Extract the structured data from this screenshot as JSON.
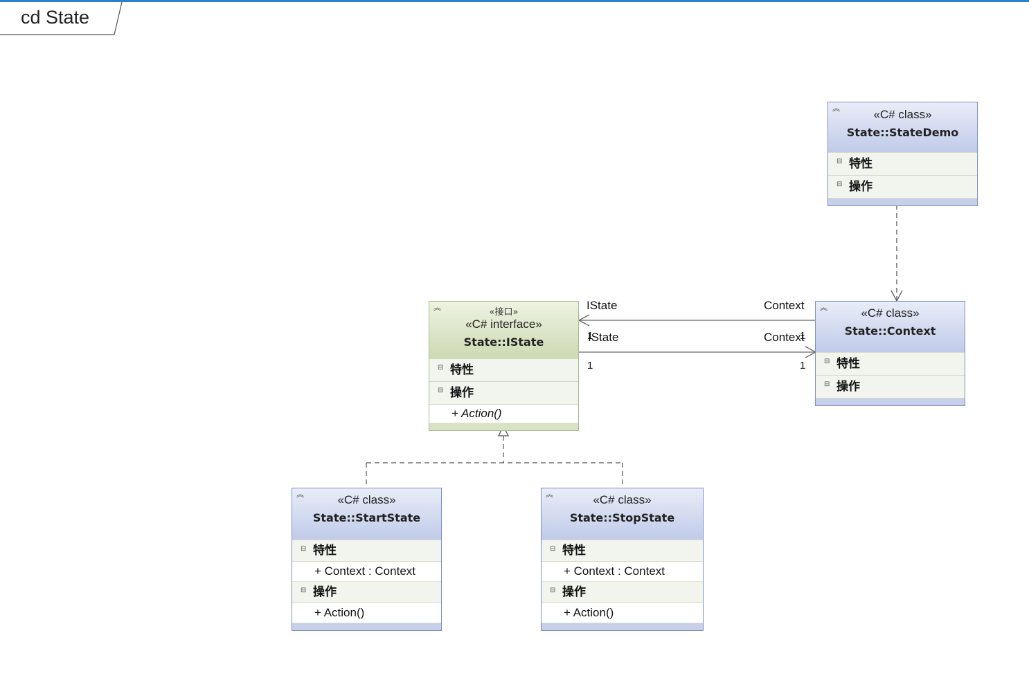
{
  "diagram": {
    "frame_title": "cd State",
    "section_attributes": "特性",
    "section_operations": "操作",
    "classes": {
      "statedemo": {
        "stereotype": "«C# class»",
        "name": "State::StateDemo"
      },
      "context": {
        "stereotype": "«C# class»",
        "name": "State::Context"
      },
      "istate": {
        "stereotype_small": "«接口»",
        "stereotype": "«C# interface»",
        "name": "State::IState",
        "operations": [
          "+ Action()"
        ]
      },
      "startstate": {
        "stereotype": "«C# class»",
        "name": "State::StartState",
        "attributes": [
          "+ Context : Context"
        ],
        "operations": [
          "+ Action()"
        ]
      },
      "stopstate": {
        "stereotype": "«C# class»",
        "name": "State::StopState",
        "attributes": [
          "+ Context : Context"
        ],
        "operations": [
          "+ Action()"
        ]
      }
    },
    "association_labels": {
      "top_istate": "IState",
      "top_context": "Context",
      "top_mult_right": "1",
      "bottom_istate": "IState",
      "bottom_context": "Context",
      "bottom_mult_left_upper": "1",
      "bottom_mult_left": "1",
      "bottom_mult_right": "1"
    },
    "colors": {
      "class_border": "#7b8fc4",
      "interface_border": "#a8b98f",
      "header_blue": "#c0cbe9",
      "header_green": "#cddab3",
      "connector": "#555555",
      "frame_line": "#2b7fd3"
    }
  }
}
